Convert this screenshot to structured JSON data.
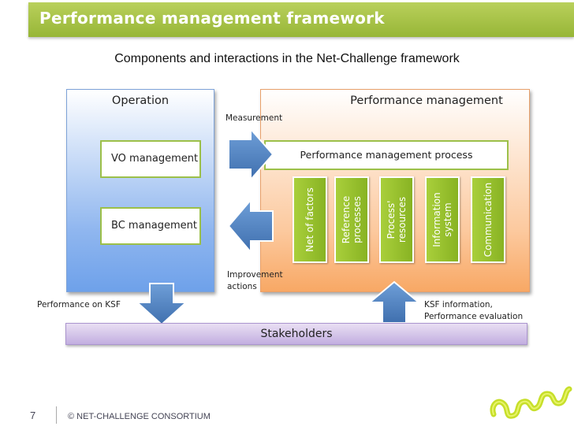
{
  "header": {
    "title": "Performance management framework"
  },
  "subtitle": "Components and interactions in the Net-Challenge framework",
  "operation": {
    "title": "Operation",
    "vo_management": "VO management",
    "bc_management": "BC management"
  },
  "performance_management": {
    "title": "Performance management",
    "process": "Performance management process",
    "components": [
      {
        "line1": "Net of factors",
        "line2": ""
      },
      {
        "line1": "Reference",
        "line2": "processes"
      },
      {
        "line1": "Process'",
        "line2": "resources"
      },
      {
        "line1": "Information",
        "line2": "system"
      },
      {
        "line1": "Communication",
        "line2": ""
      }
    ]
  },
  "labels": {
    "measurement": "Measurement",
    "improvement_line1": "Improvement",
    "improvement_line2": "actions",
    "performance_on_ksf": "Performance on KSF",
    "ksf_line1": "KSF information,",
    "ksf_line2": "Performance evaluation"
  },
  "stakeholders": "Stakeholders",
  "footer": {
    "page_number": "7",
    "copyright": "© NET-CHALLENGE CONSORTIUM"
  },
  "colors": {
    "header_green": "#a5c246",
    "arrow_blue": "#4f81bd",
    "component_green": "#99c12f",
    "stakeholders_purple": "#c8b6e2"
  }
}
